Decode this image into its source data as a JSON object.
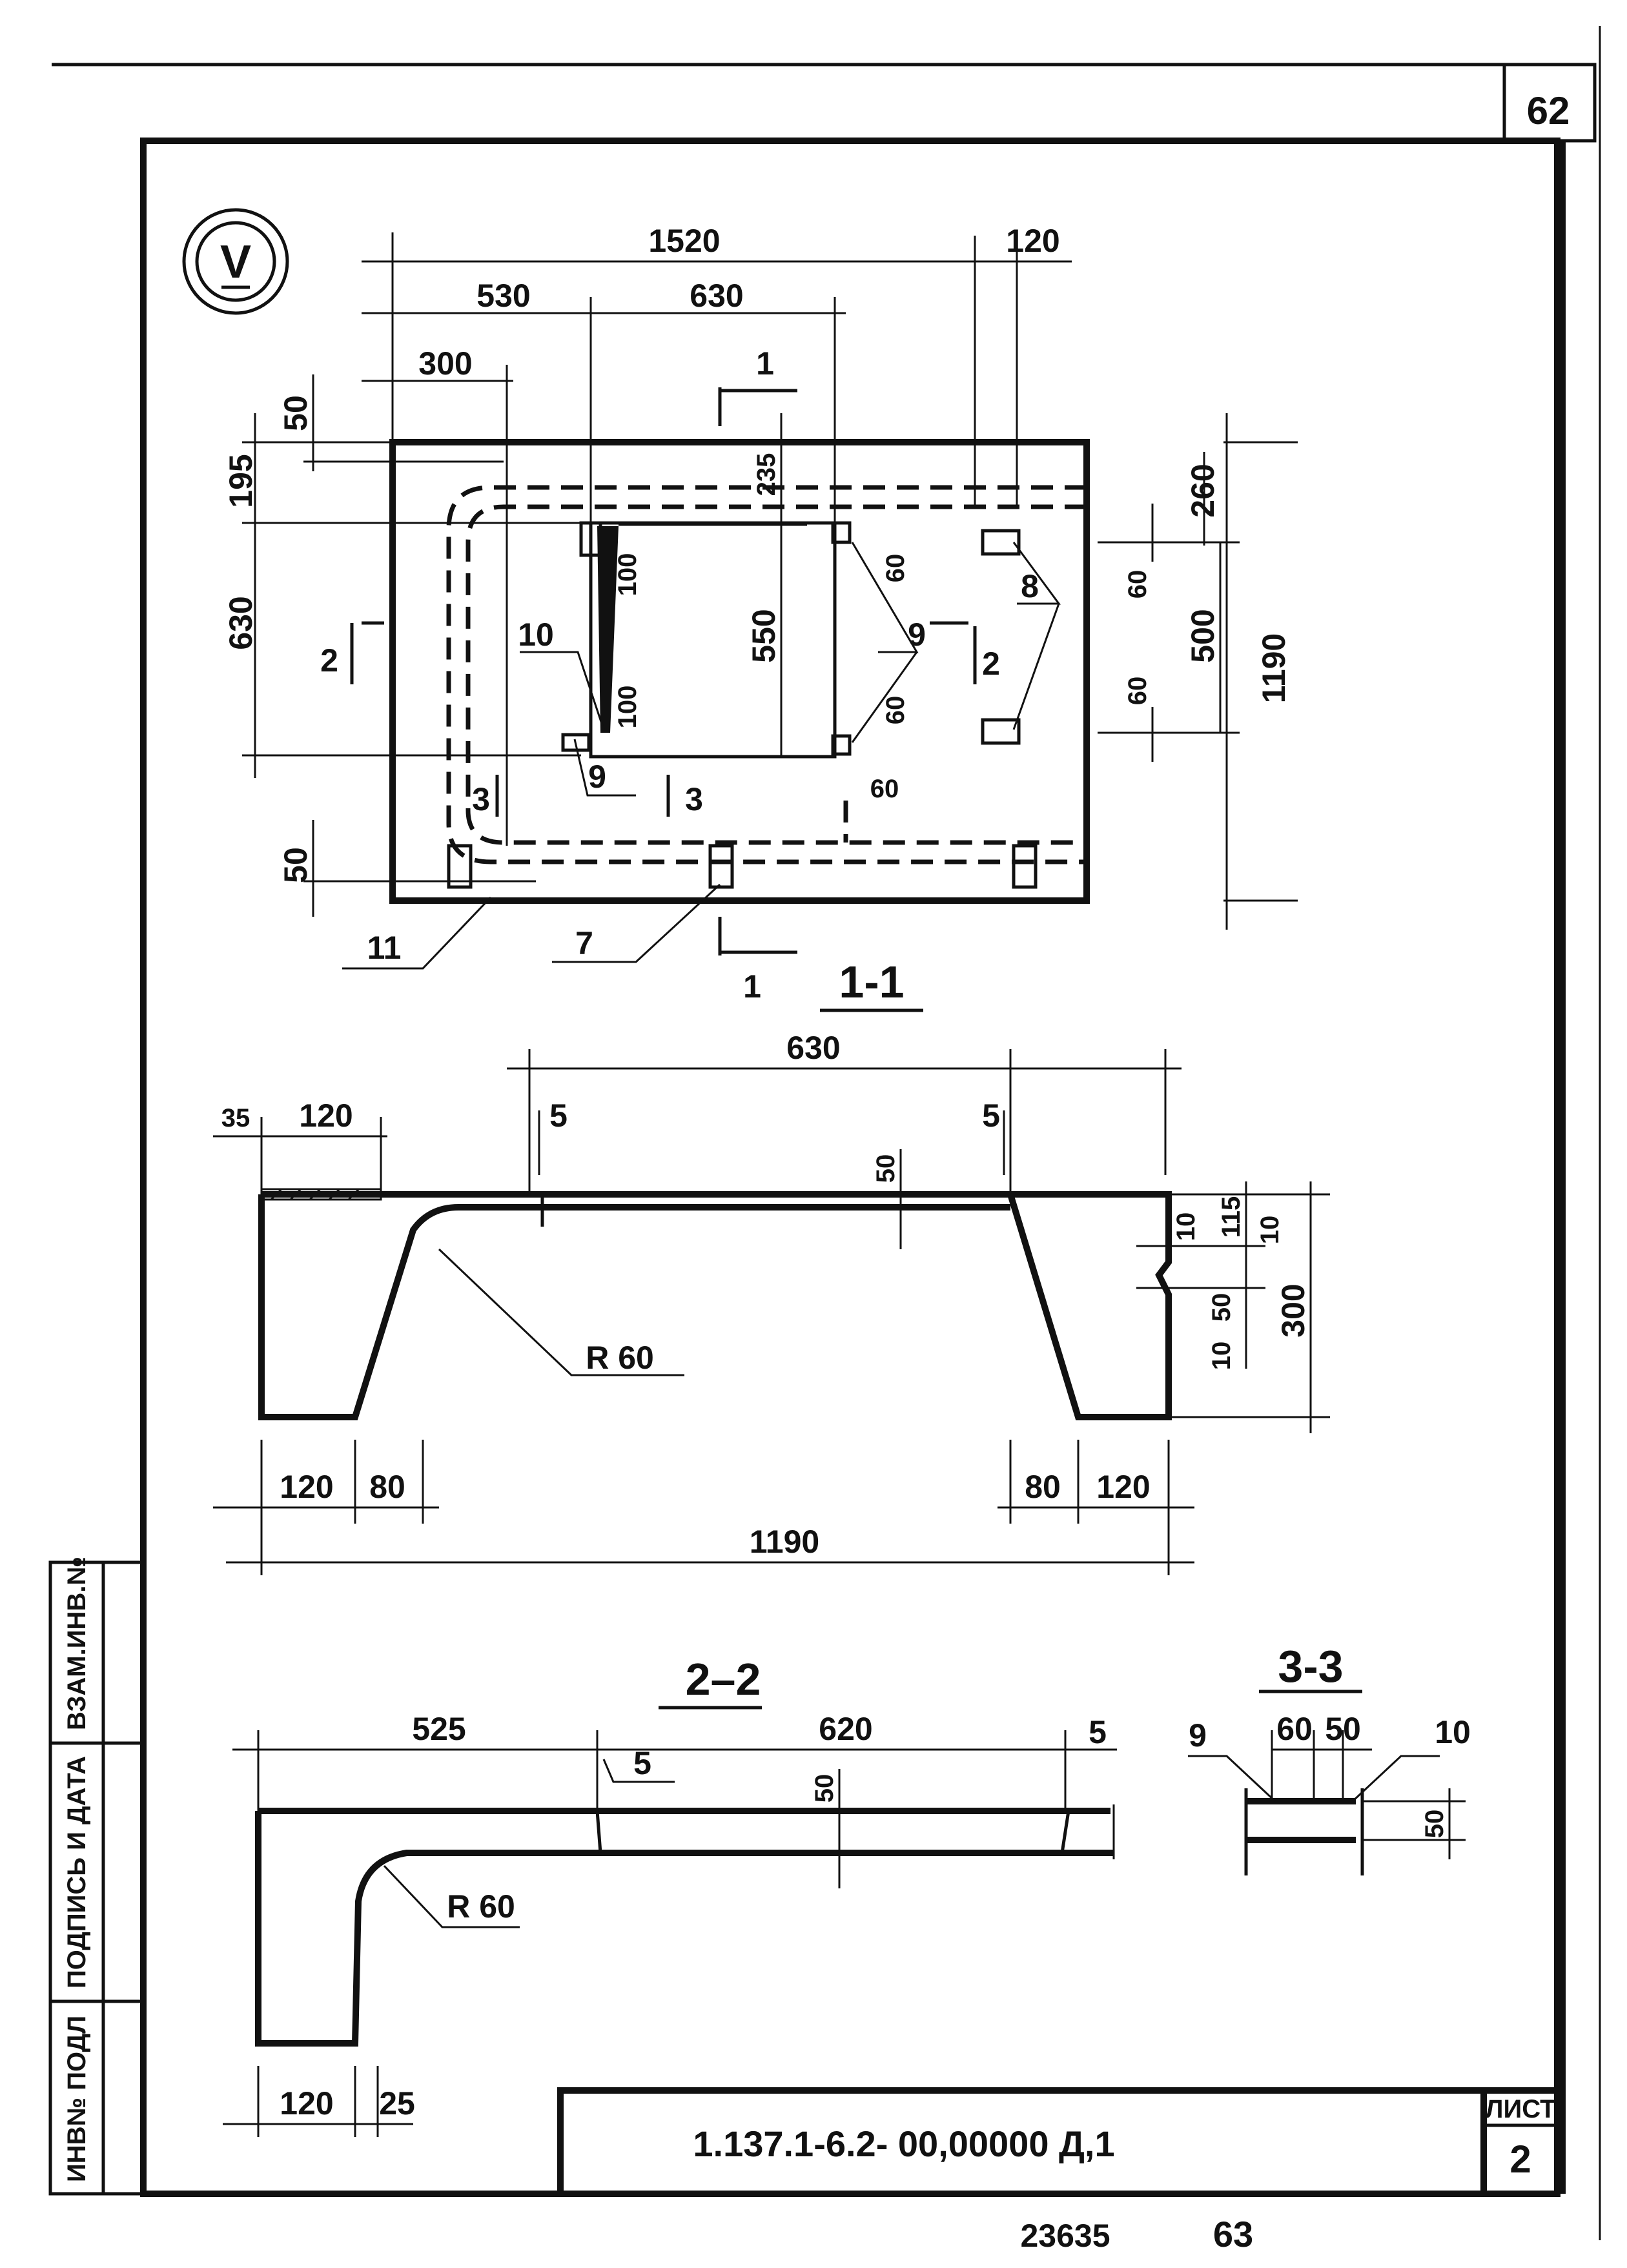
{
  "sheet": {
    "corner_number": "62",
    "view_mark": "V",
    "bottom_handwritten": "63",
    "bottom_scribble": "23635"
  },
  "title_block": {
    "document_code": "1.137.1-6.2- 00,00000 Д,1",
    "sheet_label": "ЛИСТ",
    "sheet_number": "2"
  },
  "side_stamps": [
    "ВЗАМ.ИНВ.№",
    "ПОДПИСЬ И ДАТА",
    "ИНВ№ ПОДЛ"
  ],
  "plan": {
    "dims": [
      "1520",
      "120",
      "530",
      "630",
      "300",
      "50",
      "195",
      "630",
      "50",
      "235",
      "550",
      "100",
      "100",
      "60",
      "60",
      "60",
      "260",
      "60",
      "500",
      "1190",
      "60"
    ],
    "leaders": [
      "10",
      "9",
      "9",
      "8",
      "11",
      "7"
    ],
    "cut_marks": [
      "1",
      "1",
      "2",
      "2",
      "3",
      "3"
    ]
  },
  "section_1_1": {
    "title": "1-1",
    "dims": [
      "630",
      "35",
      "120",
      "5",
      "5",
      "50",
      "10",
      "115",
      "10",
      "50",
      "10",
      "300",
      "120",
      "80",
      "80",
      "120",
      "1190"
    ],
    "radius": "R 60"
  },
  "section_2_2": {
    "title": "2–2",
    "dims": [
      "525",
      "620",
      "5",
      "5",
      "50",
      "120",
      "25"
    ],
    "radius": "R 60"
  },
  "section_3_3": {
    "title": "3-3",
    "dims": [
      "60",
      "50",
      "50"
    ],
    "leaders": [
      "9",
      "10"
    ]
  }
}
